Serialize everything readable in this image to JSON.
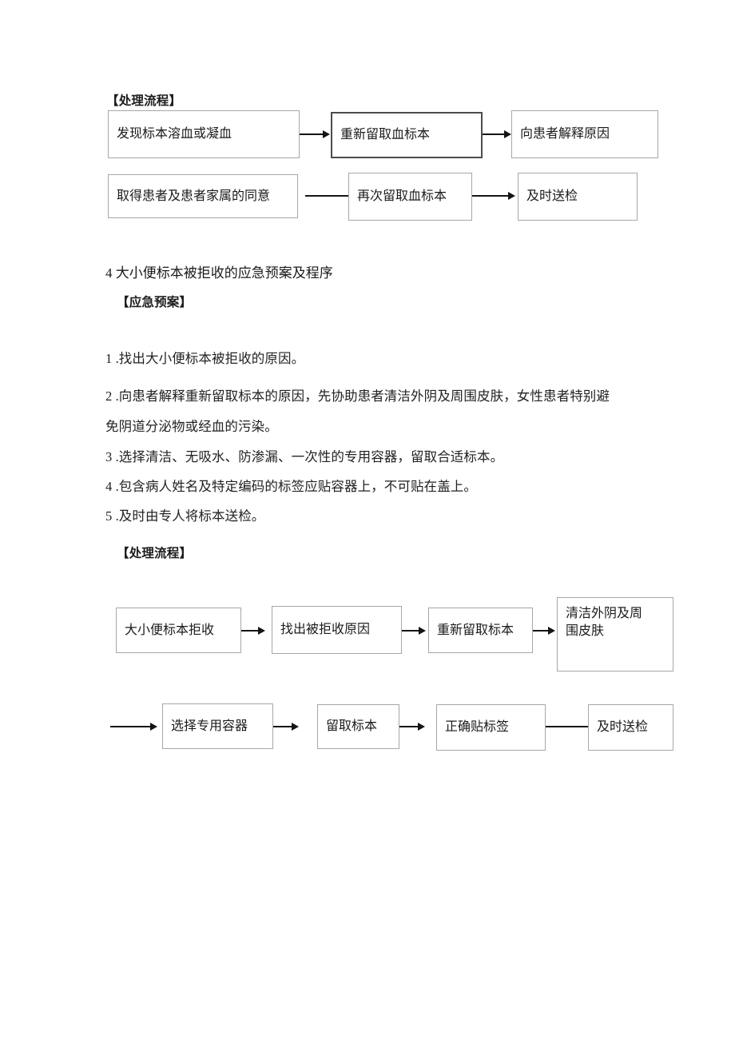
{
  "document": {
    "section1": {
      "process_heading": "【处理流程】",
      "flow_rows": [
        [
          {
            "label": "发现标本溶血或凝血",
            "emphasis": false
          },
          {
            "label": "重新留取血标本",
            "emphasis": true
          },
          {
            "label": "向患者解释原因",
            "emphasis": false
          }
        ],
        [
          {
            "label": "取得患者及患者家属的同意",
            "emphasis": false
          },
          {
            "label": "再次留取血标本",
            "emphasis": false
          },
          {
            "label": "及时送检",
            "emphasis": false
          }
        ]
      ]
    },
    "section2": {
      "title": "4 大小便标本被拒收的应急预案及程序",
      "plan_heading": "【应急预案】",
      "plan_items": [
        "1 .找出大小便标本被拒收的原因。",
        "2 .向患者解释重新留取标本的原因，先协助患者清洁外阴及周围皮肤，女性患者特别避免阴道分泌物或经血的污染。",
        "3 .选择清洁、无吸水、防渗漏、一次性的专用容器，留取合适标本。",
        "4 .包含病人姓名及特定编码的标签应贴容器上，不可贴在盖上。",
        "5 .及时由专人将标本送检。"
      ],
      "plan_item_2_line1": "2 .向患者解释重新留取标本的原因，先协助患者清洁外阴及周围皮肤，女性患者特别避",
      "plan_item_2_line2": "免阴道分泌物或经血的污染。",
      "process_heading": "【处理流程】",
      "flow_rows": [
        [
          {
            "label": "大小便标本拒收"
          },
          {
            "label": "找出被拒收原因"
          },
          {
            "label": "重新留取标本"
          },
          {
            "label": "清洁外阴及周围皮肤"
          }
        ],
        [
          {
            "label": "选择专用容器"
          },
          {
            "label": "留取标本"
          },
          {
            "label": "正确贴标签"
          },
          {
            "label": "及时送检"
          }
        ]
      ],
      "flow_box_4_line1": "清洁外阴及周",
      "flow_box_4_line2": "围皮肤"
    }
  },
  "colors": {
    "page_background": "#ffffff",
    "text": "#1a1a1a",
    "box_border": "#a7a7a7",
    "box_border_strong": "#4c4c4c",
    "connector": "#151515"
  }
}
